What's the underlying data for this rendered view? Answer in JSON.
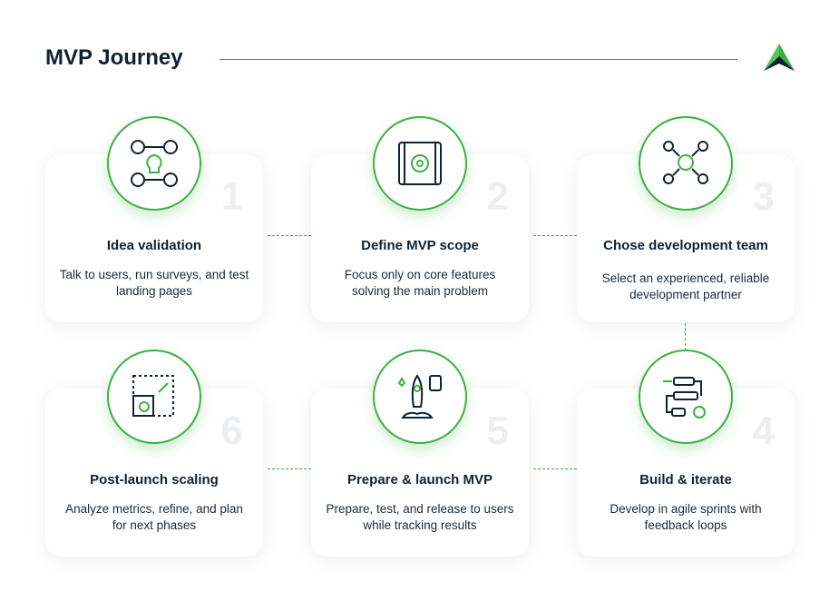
{
  "header": {
    "title": "MVP Journey"
  },
  "steps": [
    {
      "number": "1",
      "title": "Idea validation",
      "description": "Talk to users, run surveys, and test landing pages",
      "icon": "idea-users-icon"
    },
    {
      "number": "2",
      "title": "Define MVP scope",
      "description": "Focus only on core features solving the main problem",
      "icon": "blueprint-gear-icon"
    },
    {
      "number": "3",
      "title": "Chose development team",
      "description": "Select an experienced, reliable development partner",
      "icon": "team-gear-icon"
    },
    {
      "number": "4",
      "title": "Build & iterate",
      "description": "Develop in agile sprints with feedback loops",
      "icon": "workflow-icon"
    },
    {
      "number": "5",
      "title": "Prepare & launch MVP",
      "description": "Prepare, test, and release to users while tracking results",
      "icon": "rocket-icon"
    },
    {
      "number": "6",
      "title": "Post-launch scaling",
      "description": "Analyze metrics, refine, and plan for next phases",
      "icon": "scale-icon"
    }
  ],
  "colors": {
    "accent": "#3cb043",
    "text": "#0f2233"
  }
}
